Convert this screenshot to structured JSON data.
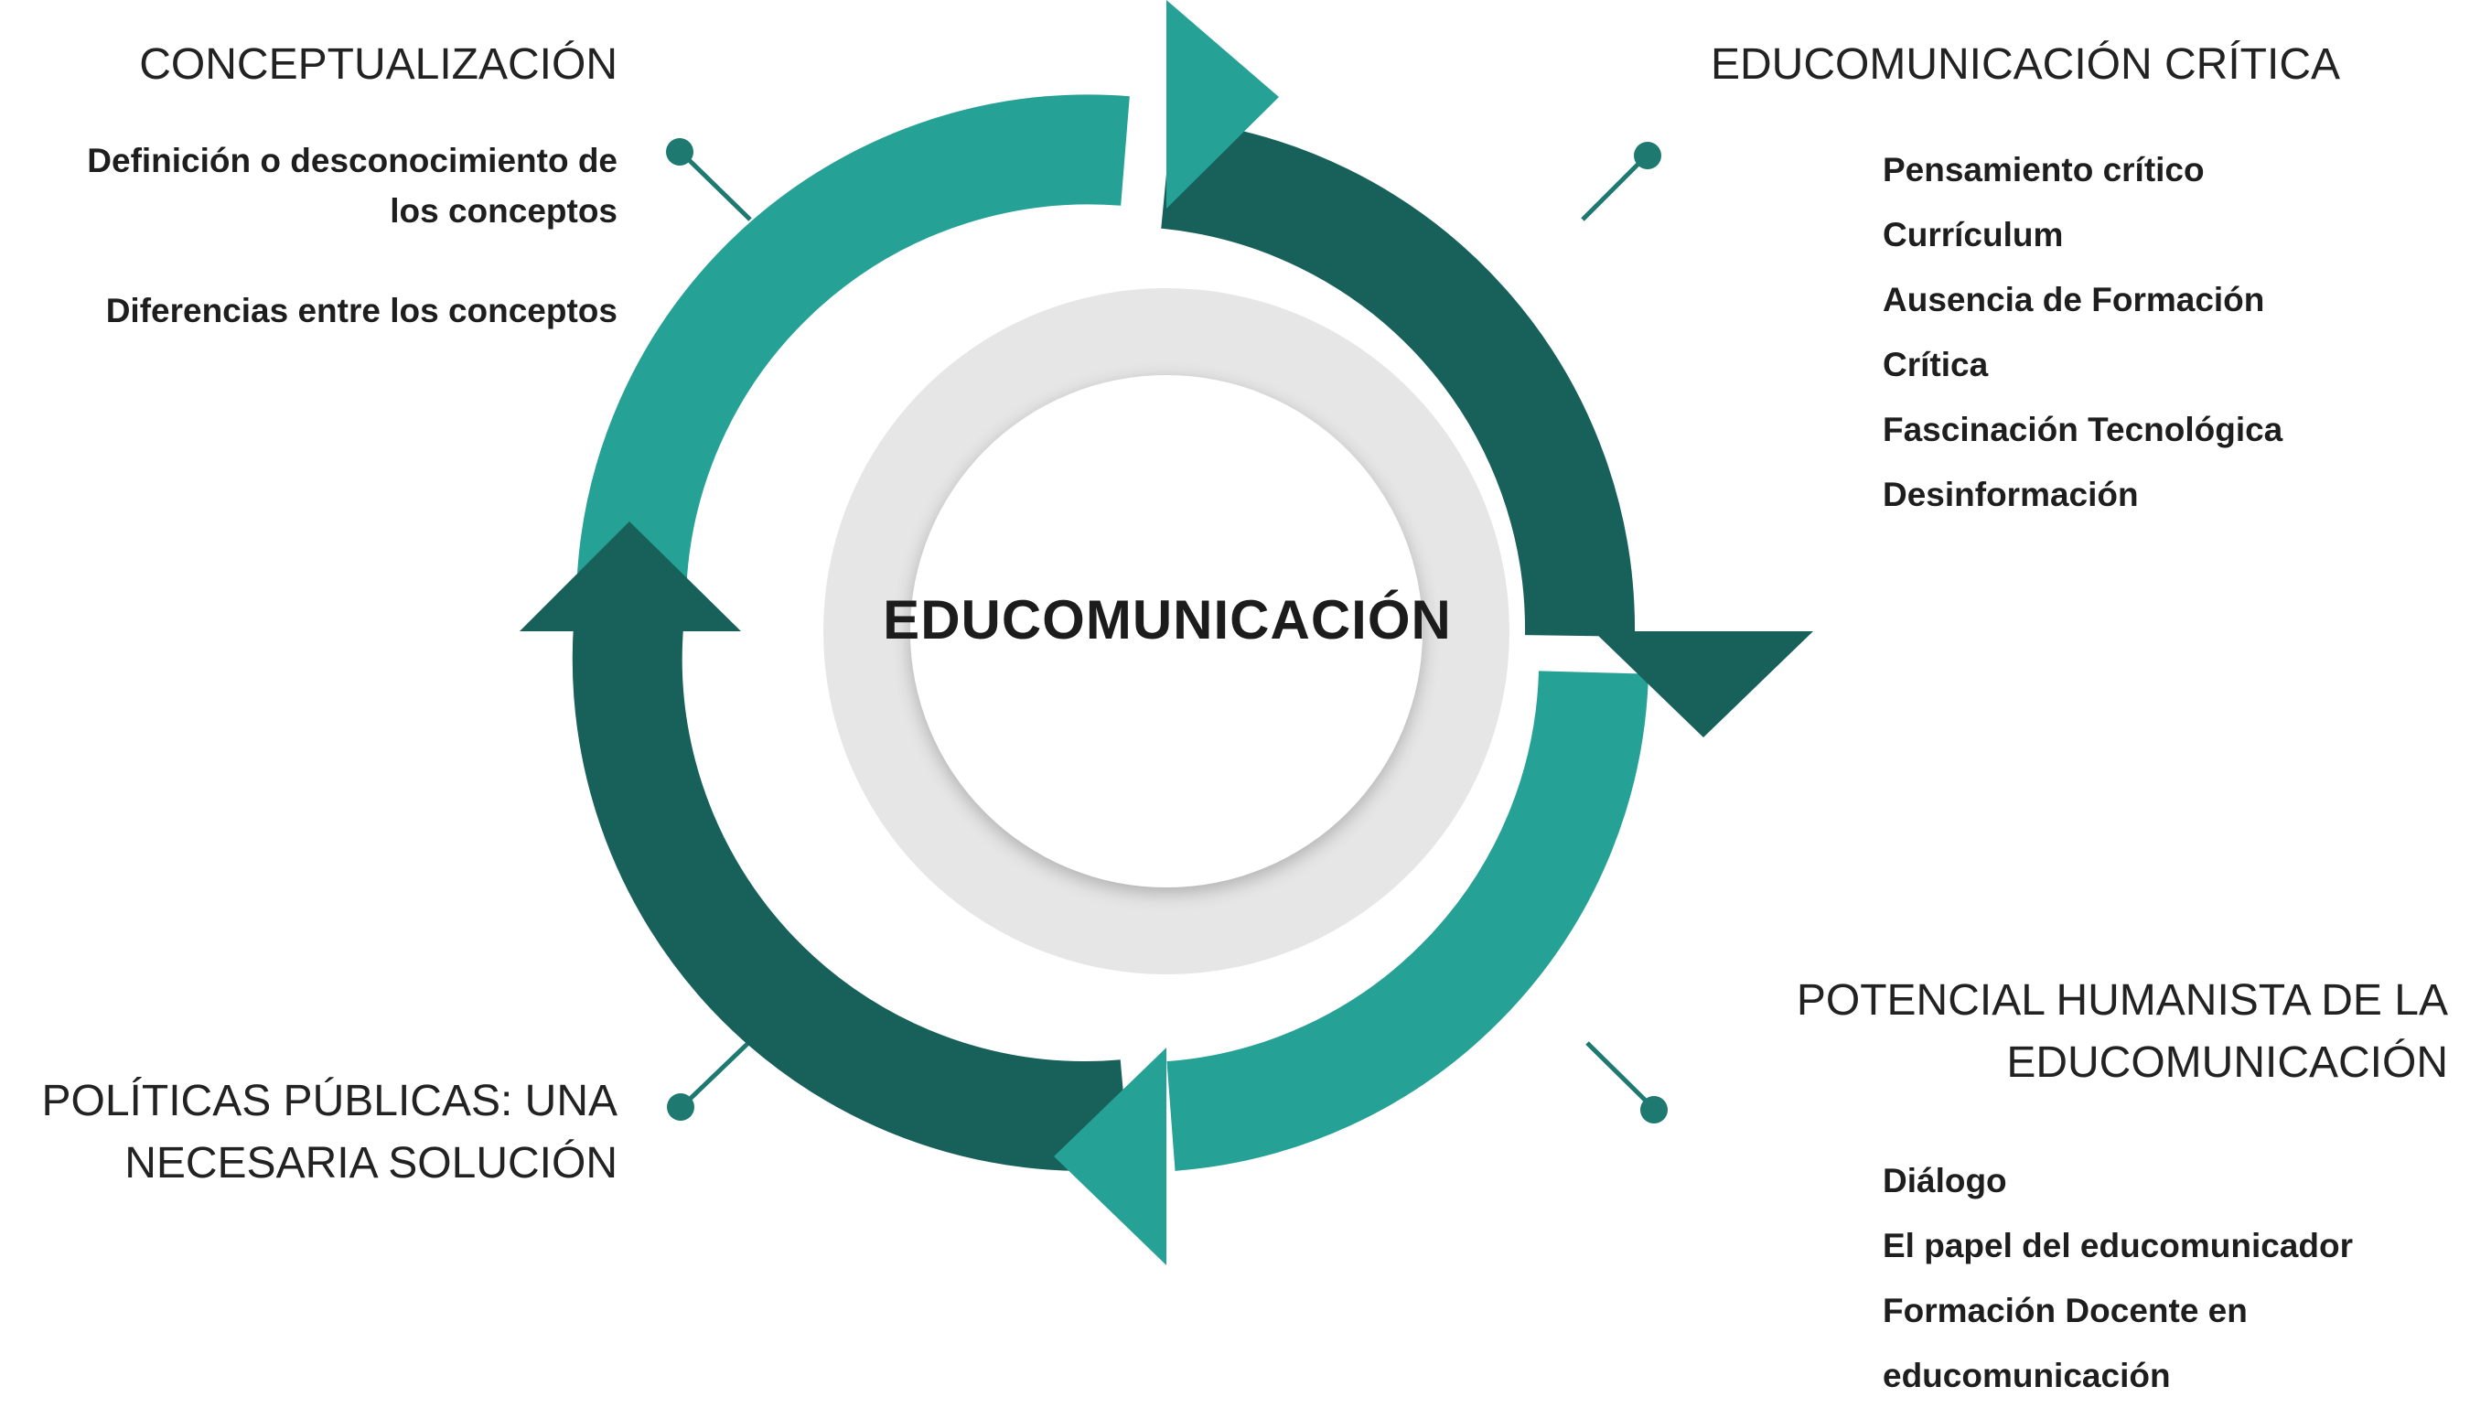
{
  "center": {
    "title": "EDUCOMUNICACIÓN"
  },
  "sections": {
    "top_left": {
      "heading": [
        "CONCEPTUALIZACIÓN"
      ],
      "items": [
        "Definición o desconocimiento de los conceptos",
        "Diferencias entre los conceptos"
      ]
    },
    "top_right": {
      "heading": [
        "EDUCOMUNICACIÓN CRÍTICA"
      ],
      "items": [
        "Pensamiento crítico",
        "Currículum",
        "Ausencia de Formación",
        "Crítica",
        "Fascinación Tecnológica",
        "Desinformación"
      ]
    },
    "bottom_right": {
      "heading": [
        "POTENCIAL HUMANISTA DE LA",
        "EDUCOMUNICACIÓN"
      ],
      "items": [
        "Diálogo",
        "El papel del educomunicador",
        "Formación Docente en",
        "educomunicación"
      ]
    },
    "bottom_left": {
      "heading": [
        "POLÍTICAS PÚBLICAS: UNA",
        "NECESARIA SOLUCIÓN"
      ],
      "items": []
    }
  },
  "colors": {
    "light_teal": "#26a196",
    "dark_teal": "#18605a",
    "inner_ring": "#e6e6e6",
    "connector": "#1e7a70"
  }
}
